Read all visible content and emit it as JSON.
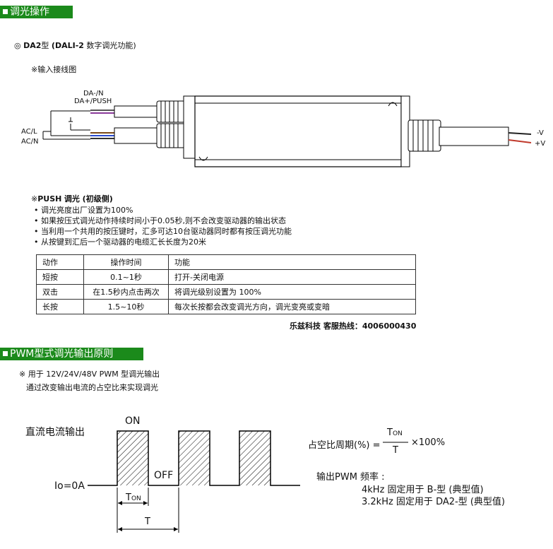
{
  "section1": {
    "title": "调光操作"
  },
  "da2": {
    "heading_prefix": "◎",
    "heading_bold": "DA2",
    "heading_mid": "型",
    "heading_bold2": "(DALI-2",
    "heading_rest": "数字调光功能)"
  },
  "wiring": {
    "caption": "※输入接线图",
    "label_dan": "DA-/N",
    "label_dap": "DA+/PUSH",
    "label_acl": "AC/L",
    "label_acn": "AC/N",
    "label_vneg": "-V",
    "label_vpos": "+V"
  },
  "push": {
    "heading_prefix": "※",
    "heading_bold": "PUSH",
    "heading_rest": "调光 (初级侧)",
    "bullets": [
      "• 调光亮度出厂设置为100%",
      "• 如果按压式调光动作持续时间小于0.05秒,则不会改变驱动器的输出状态",
      "• 当利用一个共用的按压键时，汇多可达10台驱动器同时都有按压调光功能",
      "• 从按键到汇后一个驱动器的电缆汇长长度为20米"
    ]
  },
  "table": {
    "headers": [
      "动作",
      "操作时间",
      "功能"
    ],
    "rows": [
      [
        "短按",
        "0.1~1秒",
        "打开-关闭电源"
      ],
      [
        "双击",
        "在1.5秒内点击两次",
        "将调光级别设置为 100%"
      ],
      [
        "长按",
        "1.5~10秒",
        "每次长按都会改变调光方向，调光变亮或变暗"
      ]
    ]
  },
  "hotline": "乐兹科技 客服热线：4006000430",
  "section2": {
    "title": "PWM型式调光输出原则"
  },
  "pwm": {
    "note1": "※ 用于 12V/24V/48V PWM 型调光输出",
    "note2": "通过改变输出电流的占空比来实现调光",
    "dc_label": "直流电流输出",
    "on_label": "ON",
    "off_label": "OFF",
    "io_label": "Io=0A",
    "ton_T": "T",
    "ton_sub": "ON",
    "t_label": "T",
    "duty_label": "占空比周期(%) =",
    "frac_num_T": "T",
    "frac_num_sub": "ON",
    "frac_den": "T",
    "frac_tail": "×100%",
    "freq_label": "输出PWM 频率 :",
    "freq_b": "4kHz 固定用于 B-型 (典型值)",
    "freq_da2": "3.2kHz 固定用于 DA2-型 (典型值)"
  },
  "colors": {
    "accent_green": "#1b8a1b"
  }
}
